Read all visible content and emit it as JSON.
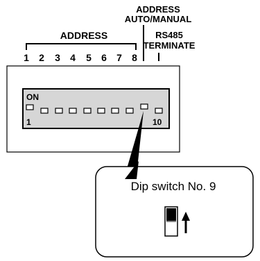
{
  "labels": {
    "address_auto_line1": "ADDRESS",
    "address_auto_line2": "AUTO/MANUAL",
    "address": "ADDRESS",
    "rs485_line1": "RS485",
    "rs485_line2": "TERMINATE",
    "on": "ON",
    "pos_first": "1",
    "pos_last": "10",
    "callout_title": "Dip switch No. 9"
  },
  "switch_numbers": [
    "1",
    "2",
    "3",
    "4",
    "5",
    "6",
    "7",
    "8"
  ],
  "switches": {
    "count": 10,
    "raised_index": 9
  }
}
